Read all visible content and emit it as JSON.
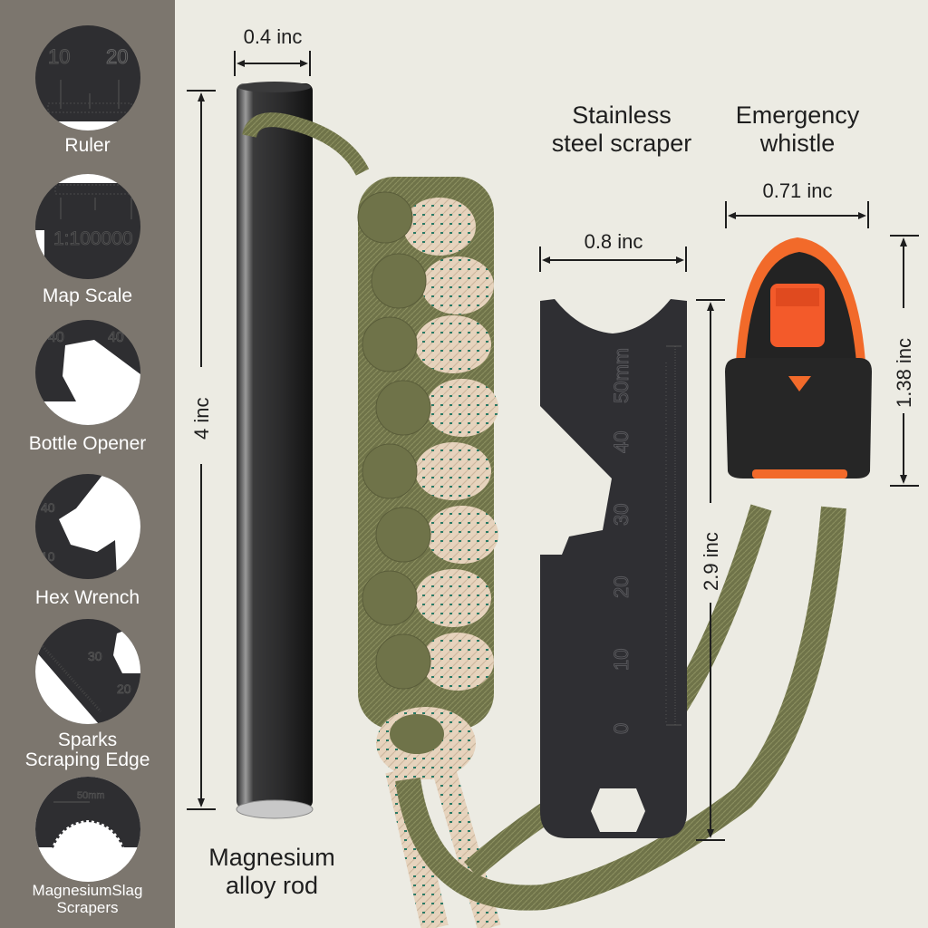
{
  "sidebar": {
    "background": "#7c766e",
    "features": [
      {
        "label": "Ruler",
        "icon": "ruler-closeup-icon",
        "engraving": [
          "10",
          "20"
        ]
      },
      {
        "label": "Map Scale",
        "icon": "map-scale-closeup-icon",
        "engraving": [
          "1:100000"
        ]
      },
      {
        "label": "Bottle Opener",
        "icon": "bottle-opener-closeup-icon"
      },
      {
        "label": "Hex Wrench",
        "icon": "hex-wrench-closeup-icon"
      },
      {
        "label": "Sparks Scraping Edge",
        "label_lines": [
          "Sparks",
          "Scraping Edge"
        ],
        "icon": "scraping-edge-closeup-icon"
      },
      {
        "label": "MagnesiumSlag Scrapers",
        "label_lines": [
          "MagnesiumSlag",
          "Scrapers"
        ],
        "icon": "slag-scraper-closeup-icon"
      }
    ]
  },
  "products": {
    "rod": {
      "title_lines": [
        "Magnesium",
        "alloy rod"
      ],
      "width_dim": "0.4 inc",
      "height_dim": "4 inc"
    },
    "scraper": {
      "title_lines": [
        "Stainless",
        "steel scraper"
      ],
      "width_dim": "0.8 inc",
      "height_dim": "2.9 inc",
      "ruler_marks": [
        "0",
        "10",
        "20",
        "30",
        "40",
        "50mm"
      ]
    },
    "whistle": {
      "title_lines": [
        "Emergency",
        "whistle"
      ],
      "width_dim": "0.71 inc",
      "height_dim": "1.38 inc"
    }
  },
  "colors": {
    "background": "#ecebe3",
    "rod": "#1c1c1d",
    "scraper": "#2f2f33",
    "whistle_body": "#222222",
    "whistle_accent": "#f26a2a",
    "cord_olive": "#6f7349",
    "cord_camo": "#e4cfb8",
    "camo_green": "#2a7a66"
  }
}
